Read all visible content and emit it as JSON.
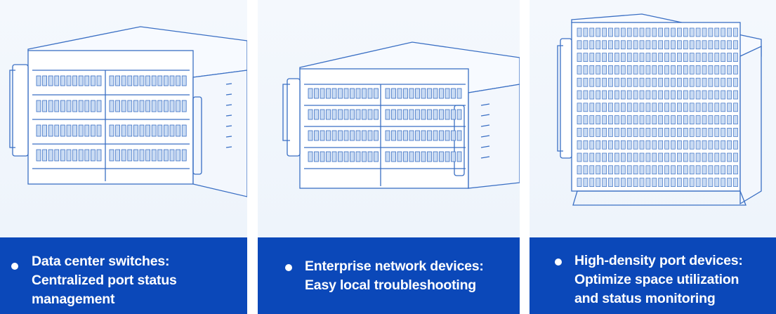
{
  "panels": [
    {
      "illustration": "rack-switch-chassis",
      "caption_lines": [
        "Data center switches:",
        "Centralized port status",
        "management"
      ]
    },
    {
      "illustration": "enterprise-network-chassis",
      "caption_lines": [
        "Enterprise network devices:",
        "Easy local troubleshooting"
      ]
    },
    {
      "illustration": "high-density-patch-panel",
      "caption_lines": [
        "High-density port devices:",
        "Optimize space utilization",
        "and status monitoring"
      ]
    }
  ],
  "colors": {
    "caption_bg": "#0b48b9",
    "caption_text": "#ffffff",
    "illustration_bg": "#eef4fb",
    "line_art": "#3a6fc4"
  }
}
